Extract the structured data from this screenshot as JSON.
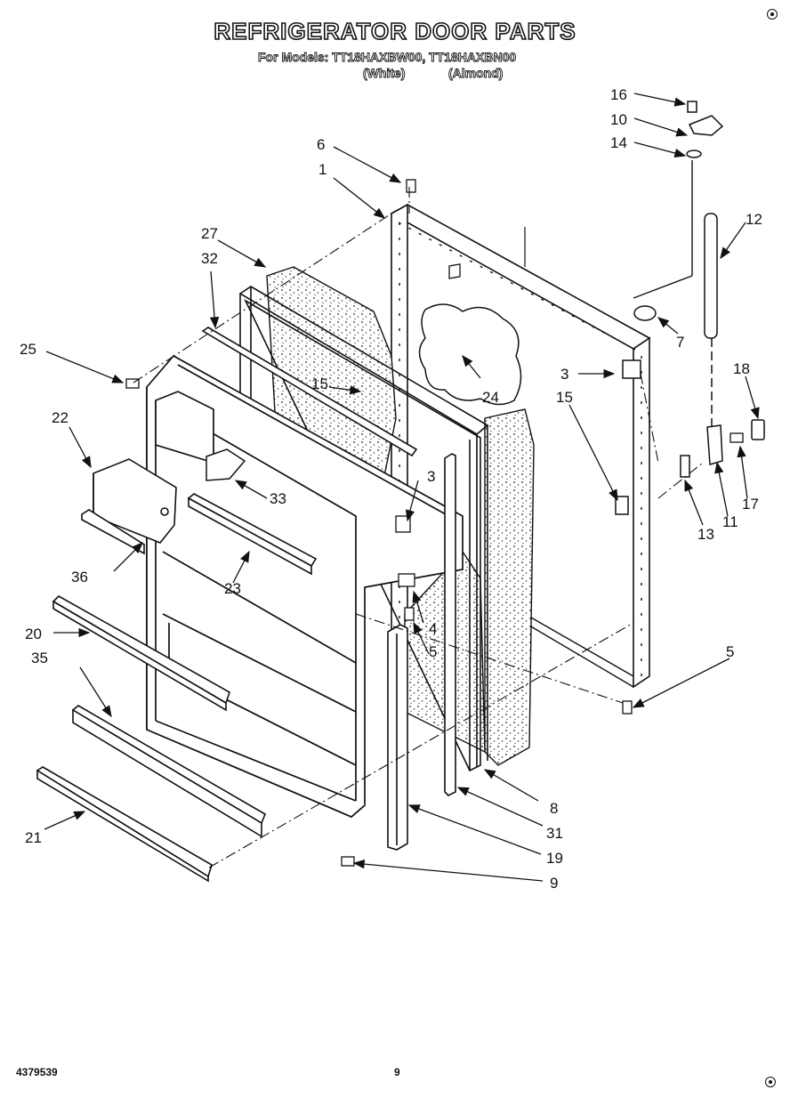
{
  "header": {
    "title": "REFRIGERATOR DOOR PARTS",
    "models_line": "For Models: TT18HAXBW00, TT18HAXBN00",
    "color_white": "(White)",
    "color_almond": "(Almond)"
  },
  "callouts": {
    "c1": "1",
    "c3a": "3",
    "c3b": "3",
    "c4": "4",
    "c5a": "5",
    "c5b": "5",
    "c6": "6",
    "c7": "7",
    "c8": "8",
    "c9": "9",
    "c10": "10",
    "c11": "11",
    "c12": "12",
    "c13": "13",
    "c14": "14",
    "c15a": "15",
    "c15b": "15",
    "c16": "16",
    "c17": "17",
    "c18": "18",
    "c19": "19",
    "c20": "20",
    "c21": "21",
    "c22": "22",
    "c23": "23",
    "c24": "24",
    "c25": "25",
    "c27": "27",
    "c31": "31",
    "c32": "32",
    "c33": "33",
    "c35": "35",
    "c36": "36"
  },
  "footer": {
    "doc_number": "4379539",
    "page_number": "9"
  }
}
